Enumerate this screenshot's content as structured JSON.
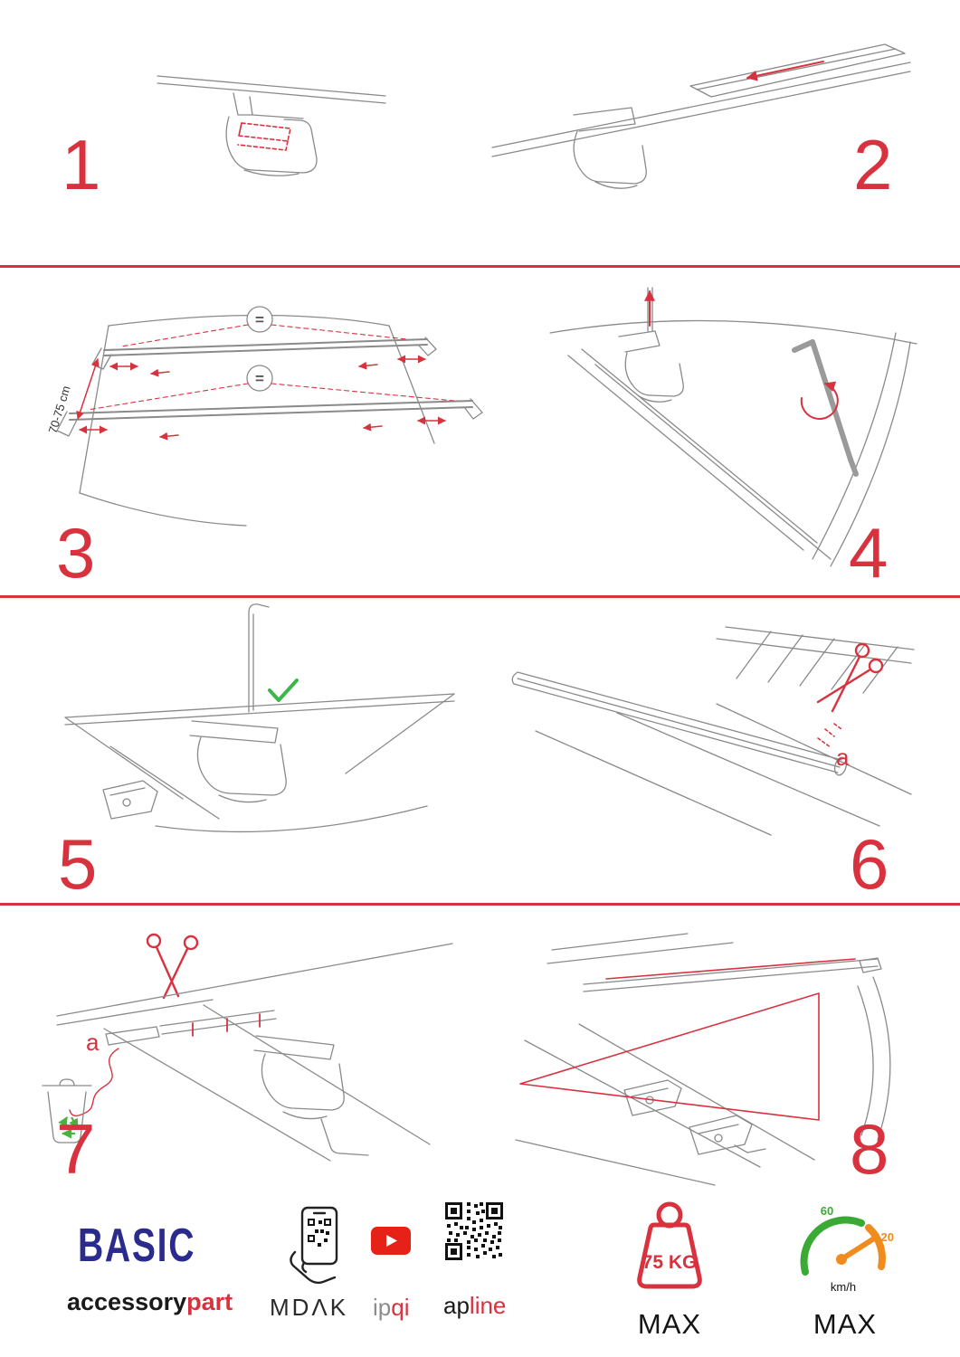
{
  "steps": {
    "s1": {
      "number": "1"
    },
    "s2": {
      "number": "2"
    },
    "s3": {
      "number": "3",
      "dimension_label": "70-75 cm",
      "equals_top": "=",
      "equals_bottom": "="
    },
    "s4": {
      "number": "4"
    },
    "s5": {
      "number": "5"
    },
    "s6": {
      "number": "6",
      "part_label": "a"
    },
    "s7": {
      "number": "7",
      "part_label": "a"
    },
    "s8": {
      "number": "8"
    }
  },
  "footer": {
    "series_name": "BASIC",
    "brand_part1": "accessory",
    "brand_part2": "part",
    "partner_mdak": "MDΛK",
    "partner_ipqi_1": "ip",
    "partner_ipqi_2": "qi",
    "partner_apline_1": "ap",
    "partner_apline_2": "line",
    "max_load_value": "75 KG",
    "max_load_label": "MAX",
    "speed_tick_low": "60",
    "speed_tick_high": "120",
    "speed_unit": "km/h",
    "speed_max_label": "MAX"
  },
  "colors": {
    "accent_red": "#d8323f",
    "brand_blue": "#2b2b8e",
    "check_green": "#3db54b",
    "gauge_green": "#3aaa35",
    "gauge_orange": "#f08c1e"
  }
}
